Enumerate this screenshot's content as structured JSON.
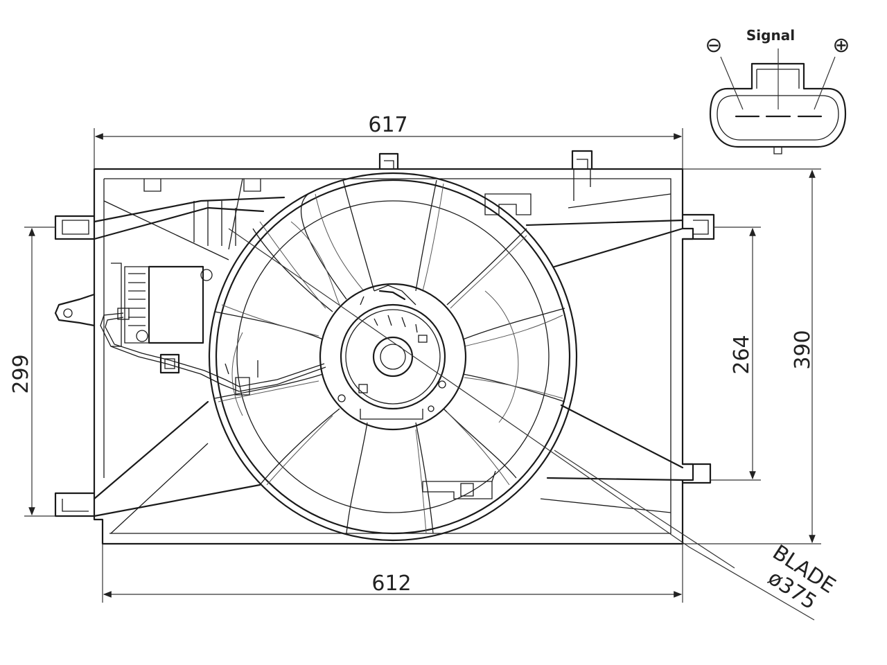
{
  "dimensions": {
    "top_width": "617",
    "bottom_width": "612",
    "left_height": "299",
    "mount_height": "264",
    "total_height": "390",
    "blade_label": "BLADE",
    "blade_diameter": "ø375"
  },
  "connector": {
    "signal_label": "Signal",
    "minus_label": "⊖",
    "plus_label": "⊕"
  }
}
